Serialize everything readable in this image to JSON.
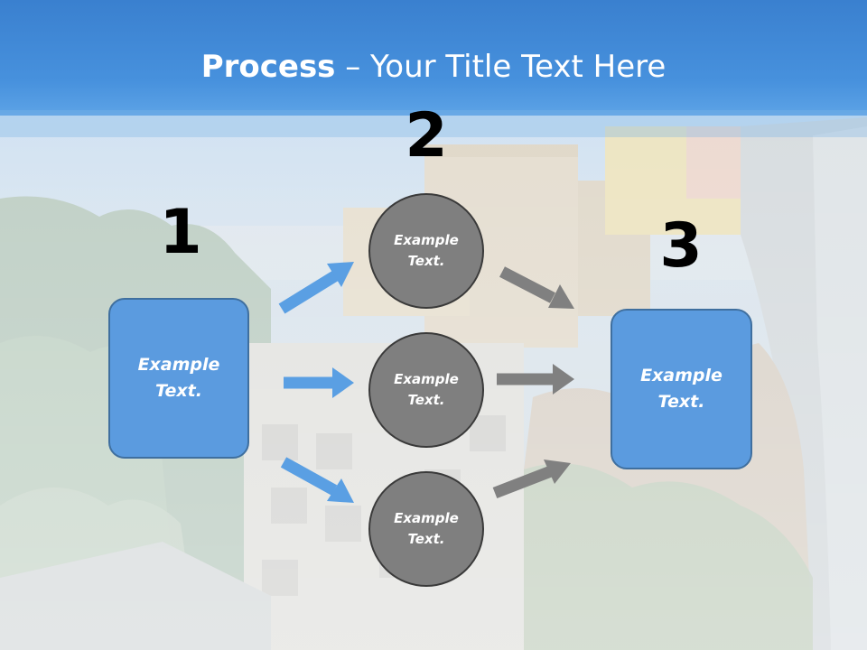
{
  "title": {
    "bold": "Process",
    "rest": " – Your Title Text Here"
  },
  "numbers": [
    "1",
    "2",
    "3"
  ],
  "left_box": {
    "line1": "Example",
    "line2": "Text."
  },
  "right_box": {
    "line1": "Example",
    "line2": "Text."
  },
  "circles": [
    {
      "line1": "Example",
      "line2": "Text."
    },
    {
      "line1": "Example",
      "line2": "Text."
    },
    {
      "line1": "Example",
      "line2": "Text."
    }
  ],
  "colors": {
    "header_blue": "#3f8edb",
    "box_blue": "#5b9bdf",
    "arrow_blue": "#5a9fe3",
    "circle_gray": "#7f7f7f",
    "arrow_gray": "#808080"
  }
}
